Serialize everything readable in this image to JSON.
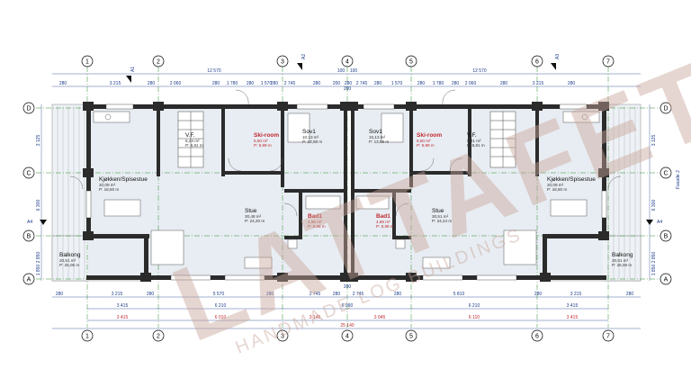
{
  "axes_top": [
    "1",
    "2",
    "3",
    "4",
    "5",
    "6",
    "7"
  ],
  "axes_bottom": [
    "1",
    "2",
    "3",
    "4",
    "5",
    "6",
    "7"
  ],
  "rows": [
    "D",
    "C",
    "B",
    "A"
  ],
  "top_overall": [
    "12 570",
    "100",
    "100",
    "12 570"
  ],
  "top_dims": [
    "280",
    "3 215",
    "280",
    "2 060",
    "280",
    "1 780",
    "280",
    "1 570",
    "280",
    "2 745",
    "280",
    "200",
    "280",
    "2 745",
    "280",
    "1 570",
    "280",
    "1 780",
    "280",
    "2 060",
    "280",
    "3 215",
    "280"
  ],
  "bottom_dims1": [
    "280",
    "3 215",
    "280",
    "5 570",
    "280",
    "2 745",
    "280",
    "2 745",
    "280",
    "5 810",
    "280",
    "3 215",
    "280"
  ],
  "bottom_dims2": [
    "3 415",
    "6 210",
    "6 090",
    "6 210",
    "3 415"
  ],
  "bottom_red": [
    "3 415",
    "6 010",
    "3 145",
    "3 045",
    "6 110",
    "3 415"
  ],
  "total": "25 140",
  "center_dim": "200",
  "left_dims": [
    "3 125",
    "6 300",
    "2 850",
    "1 850"
  ],
  "right_dims": [
    "3 125",
    "6 300",
    "2 850",
    "1 850"
  ],
  "section_marks": [
    "A1",
    "A2",
    "A3",
    "A4"
  ],
  "section_side": "Fasade 2",
  "rooms": [
    {
      "name": "V.F.",
      "area": "5,44 m²",
      "perim": "P: 8,81 m"
    },
    {
      "name": "Ski-room",
      "area": "6,60 m²",
      "perim": "P: 9,99 m"
    },
    {
      "name": "Sov1",
      "area": "10,13 m²",
      "perim": "P: 13,88 m"
    },
    {
      "name": "Sov1",
      "area": "10,13 m²",
      "perim": "P: 13,88 m"
    },
    {
      "name": "Ski-room",
      "area": "6,50 m²",
      "perim": "P: 9,99 m"
    },
    {
      "name": "V.F.",
      "area": "5,41 m²",
      "perim": "P: 8,81 m"
    },
    {
      "name": "Kjøkken/Spisestue",
      "area": "20,09 m²",
      "perim": "P: 18,50 m"
    },
    {
      "name": "Kjøkken/Spisestue",
      "area": "20,09 m²",
      "perim": "P: 18,50 m"
    },
    {
      "name": "Stue",
      "area": "30,48 m²",
      "perim": "P: 24,20 m"
    },
    {
      "name": "Stue",
      "area": "30,51 m²",
      "perim": "P: 24,24 m"
    },
    {
      "name": "Bad1",
      "area": "4,88 m²",
      "perim": "P: 8,88 m"
    },
    {
      "name": "Bad1",
      "area": "4,89 m²",
      "perim": "P: 8,88 m"
    },
    {
      "name": "Balkong",
      "area": "20,51 m²",
      "perim": "P: 26,06 m"
    },
    {
      "name": "Balkong",
      "area": "20,51 m²",
      "perim": "P: 26,06 m"
    }
  ],
  "watermark": {
    "brand": "LATTAFET",
    "tagline": "HANDMADE LOG BUILDINGS"
  },
  "colors": {
    "wall": "#2b2b2b",
    "dimension": "#1a3a8a",
    "red": "#c0282d",
    "axis_line": "#2a8a2a",
    "floor": "#e8edf3",
    "balcony": "#eef1f5",
    "watermark": "#c8a59a"
  }
}
